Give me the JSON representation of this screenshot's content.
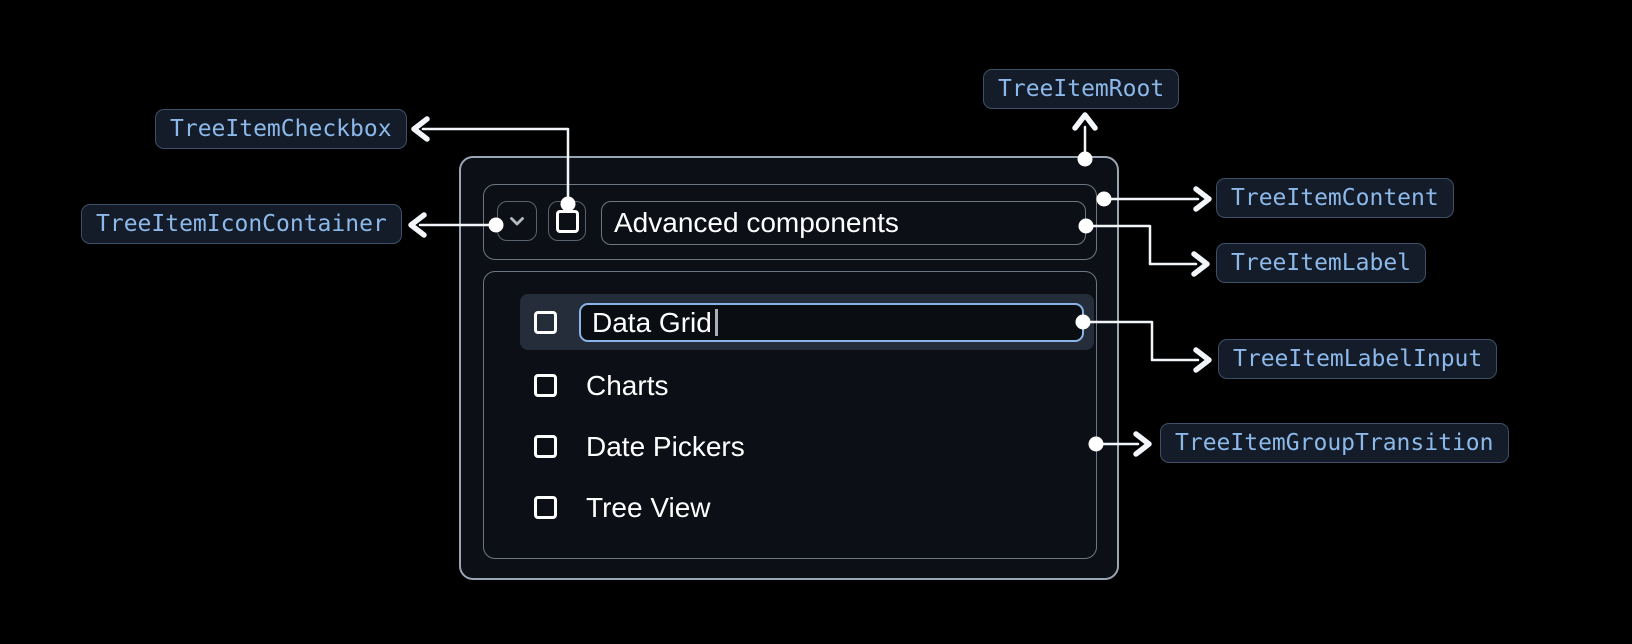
{
  "tree": {
    "parent_item": {
      "label": "Advanced components",
      "expanded": true,
      "checked": false
    },
    "child_items": [
      {
        "label": "Data Grid",
        "state": "editing",
        "checked": false
      },
      {
        "label": "Charts",
        "checked": false
      },
      {
        "label": "Date Pickers",
        "checked": false
      },
      {
        "label": "Tree View",
        "checked": false
      }
    ]
  },
  "annotations": {
    "tree_item_checkbox": "TreeItemCheckbox",
    "tree_item_icon_container": "TreeItemIconContainer",
    "tree_item_root": "TreeItemRoot",
    "tree_item_content": "TreeItemContent",
    "tree_item_label": "TreeItemLabel",
    "tree_item_label_input": "TreeItemLabelInput",
    "tree_item_group_transition": "TreeItemGroupTransition"
  },
  "colors": {
    "background": "#000000",
    "root_border": "#9aa5b3",
    "inner_border": "#6e7781",
    "container_border": "#5a626d",
    "chip_background": "#131c28",
    "chip_border": "#3d5067",
    "chip_text": "#8cb8ea",
    "selected_row_background": "#242d39",
    "input_border": "#8ab4e8",
    "input_background": "#0a0e13",
    "connector": "#f2f5f9",
    "text": "#ffffff"
  }
}
